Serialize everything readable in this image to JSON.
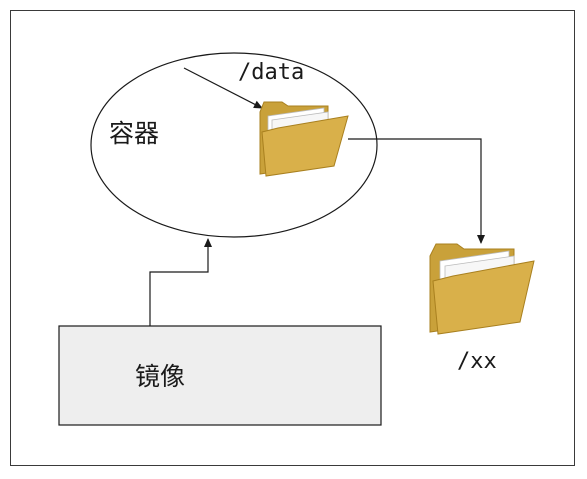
{
  "diagram": {
    "container_label": "容器",
    "image_label": "镜像",
    "container_path": "/data",
    "host_path": "/xx",
    "colors": {
      "line": "#1a1a1a",
      "ellipse_fill": "#ffffff",
      "box_fill": "#eeeeee",
      "folder_back": "#c9a13a",
      "folder_front": "#d9b04a",
      "folder_edge": "#a9801f",
      "paper": "#ffffff"
    },
    "icons": [
      "folder-icon",
      "folder-icon"
    ]
  }
}
